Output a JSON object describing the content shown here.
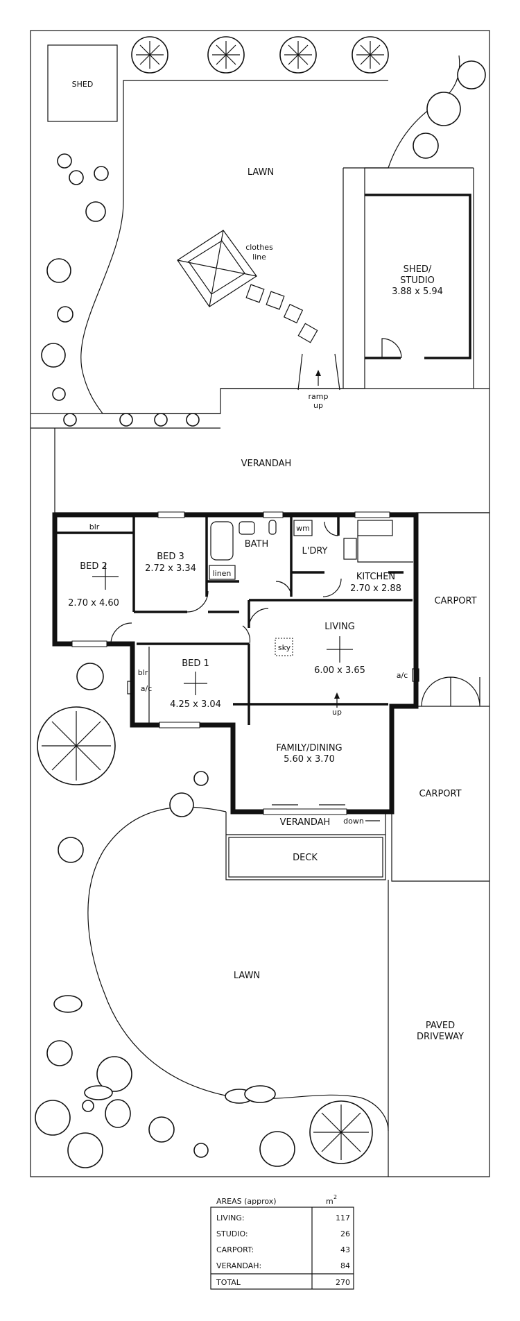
{
  "labels": {
    "shed": "SHED",
    "lawn_top": "LAWN",
    "clothes_line_1": "clothes",
    "clothes_line_2": "line",
    "shed_studio_1": "SHED/",
    "shed_studio_2": "STUDIO",
    "shed_studio_dim": "3.88 x 5.94",
    "ramp_1": "ramp",
    "ramp_2": "up",
    "verandah_top": "VERANDAH",
    "blr_top": "blr",
    "bed2": "BED 2",
    "bed2_dim": "2.70 x 4.60",
    "bed3": "BED 3",
    "bed3_dim": "2.72 x 3.34",
    "bath": "BATH",
    "linen": "linen",
    "wm": "wm",
    "ldry": "L'DRY",
    "kitchen": "KITCHEN",
    "kitchen_dim": "2.70 x 2.88",
    "carport_top": "CARPORT",
    "living": "LIVING",
    "living_dim": "6.00 x 3.65",
    "sky": "sky",
    "ac_right": "a/c",
    "bed1": "BED 1",
    "bed1_dim": "4.25 x 3.04",
    "blr_bed1": "blr",
    "ac_left": "a/c",
    "up": "up",
    "family": "FAMILY/DINING",
    "family_dim": "5.60 x 3.70",
    "carport_bottom": "CARPORT",
    "verandah_bottom": "VERANDAH",
    "down": "down",
    "deck": "DECK",
    "lawn_bottom": "LAWN",
    "paved_1": "PAVED",
    "paved_2": "DRIVEWAY"
  },
  "areas": {
    "title": "AREAS (approx)",
    "unit": "m",
    "unit_sup": "2",
    "rows": [
      {
        "name": "LIVING:",
        "value": "117"
      },
      {
        "name": "STUDIO:",
        "value": "26"
      },
      {
        "name": "CARPORT:",
        "value": "43"
      },
      {
        "name": "VERANDAH:",
        "value": "84"
      }
    ],
    "total_label": "TOTAL",
    "total_value": "270"
  }
}
